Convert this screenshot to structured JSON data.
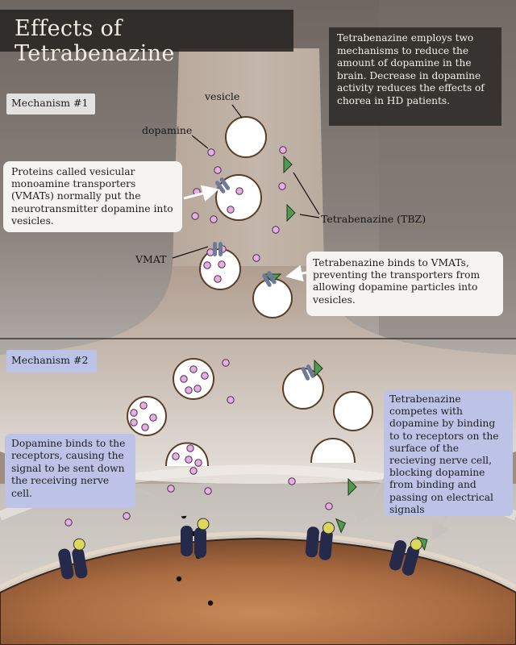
{
  "title": "Effects of Tetrabenazine",
  "intro": "Tetrabenazine employs two mechanisms to reduce the amount of dopamine in the brain. Decrease in dopamine activity reduces the effects of chorea in HD patients.",
  "mechanism_1_label": "Mechanism #1",
  "mechanism_2_label": "Mechanism #2",
  "labels": {
    "vesicle": "vesicle",
    "dopamine": "dopamine",
    "tetrabenazine": "Tetrabenazine (TBZ)",
    "vmat": "VMAT"
  },
  "notes": {
    "vmat_transport": "Proteins called vesicular monoamine transporters (VMATs) normally put the neurotransmitter dopamine into vesicles.",
    "tbz_binds_vmat": "Tetrabenazine binds to VMATs, preventing the transporters from allowing dopamine particles into vesicles.",
    "dopamine_binds": "Dopamine binds to the receptors, causing the signal to be sent down the receiving nerve cell.",
    "tbz_competes": "Tetrabenazine competes with dopamine by binding to to receptors on the surface of the recieving nerve cell, blocking dopamine from binding and passing on electrical signals"
  },
  "colors": {
    "dopamine": "#e7aee6",
    "tetrabenazine": "#4f9a4c",
    "vmat": "#6f7a9a",
    "receptor": "#252a4a",
    "bound_dopamine": "#dcd95a",
    "neuron_top": "#b6a89d",
    "receiving_cell": "#a56a42"
  }
}
